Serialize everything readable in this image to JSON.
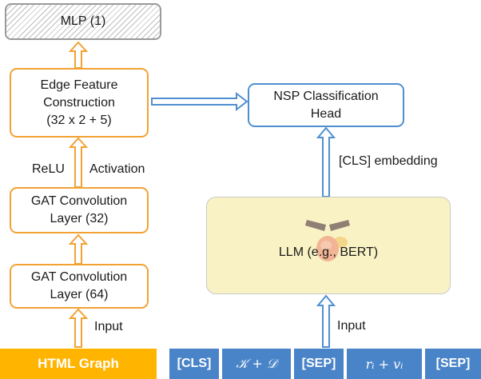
{
  "left": {
    "mlp": "MLP (1)",
    "edge_feature": "Edge Feature\nConstruction\n(32 x 2 + 5)",
    "gat2": "GAT Convolution\nLayer (32)",
    "gat1": "GAT Convolution\nLayer (64)",
    "relu": "ReLU",
    "activation": "Activation",
    "input": "Input",
    "source": "HTML Graph"
  },
  "right": {
    "nsp_head": "NSP Classification\nHead",
    "cls_embedding": "[CLS] embedding",
    "llm": "LLM (e.g., BERT)",
    "input": "Input",
    "tokens": [
      "[CLS]",
      "𝒦 + 𝒟",
      "[SEP]",
      "rᵢ + vᵢ",
      "[SEP]"
    ]
  },
  "colors": {
    "orange": "#f2a234",
    "html_graph_fill": "#ffb400",
    "blue": "#4f8fd0",
    "token_fill": "#4a84c8",
    "llm_fill": "#f9f2c4"
  }
}
